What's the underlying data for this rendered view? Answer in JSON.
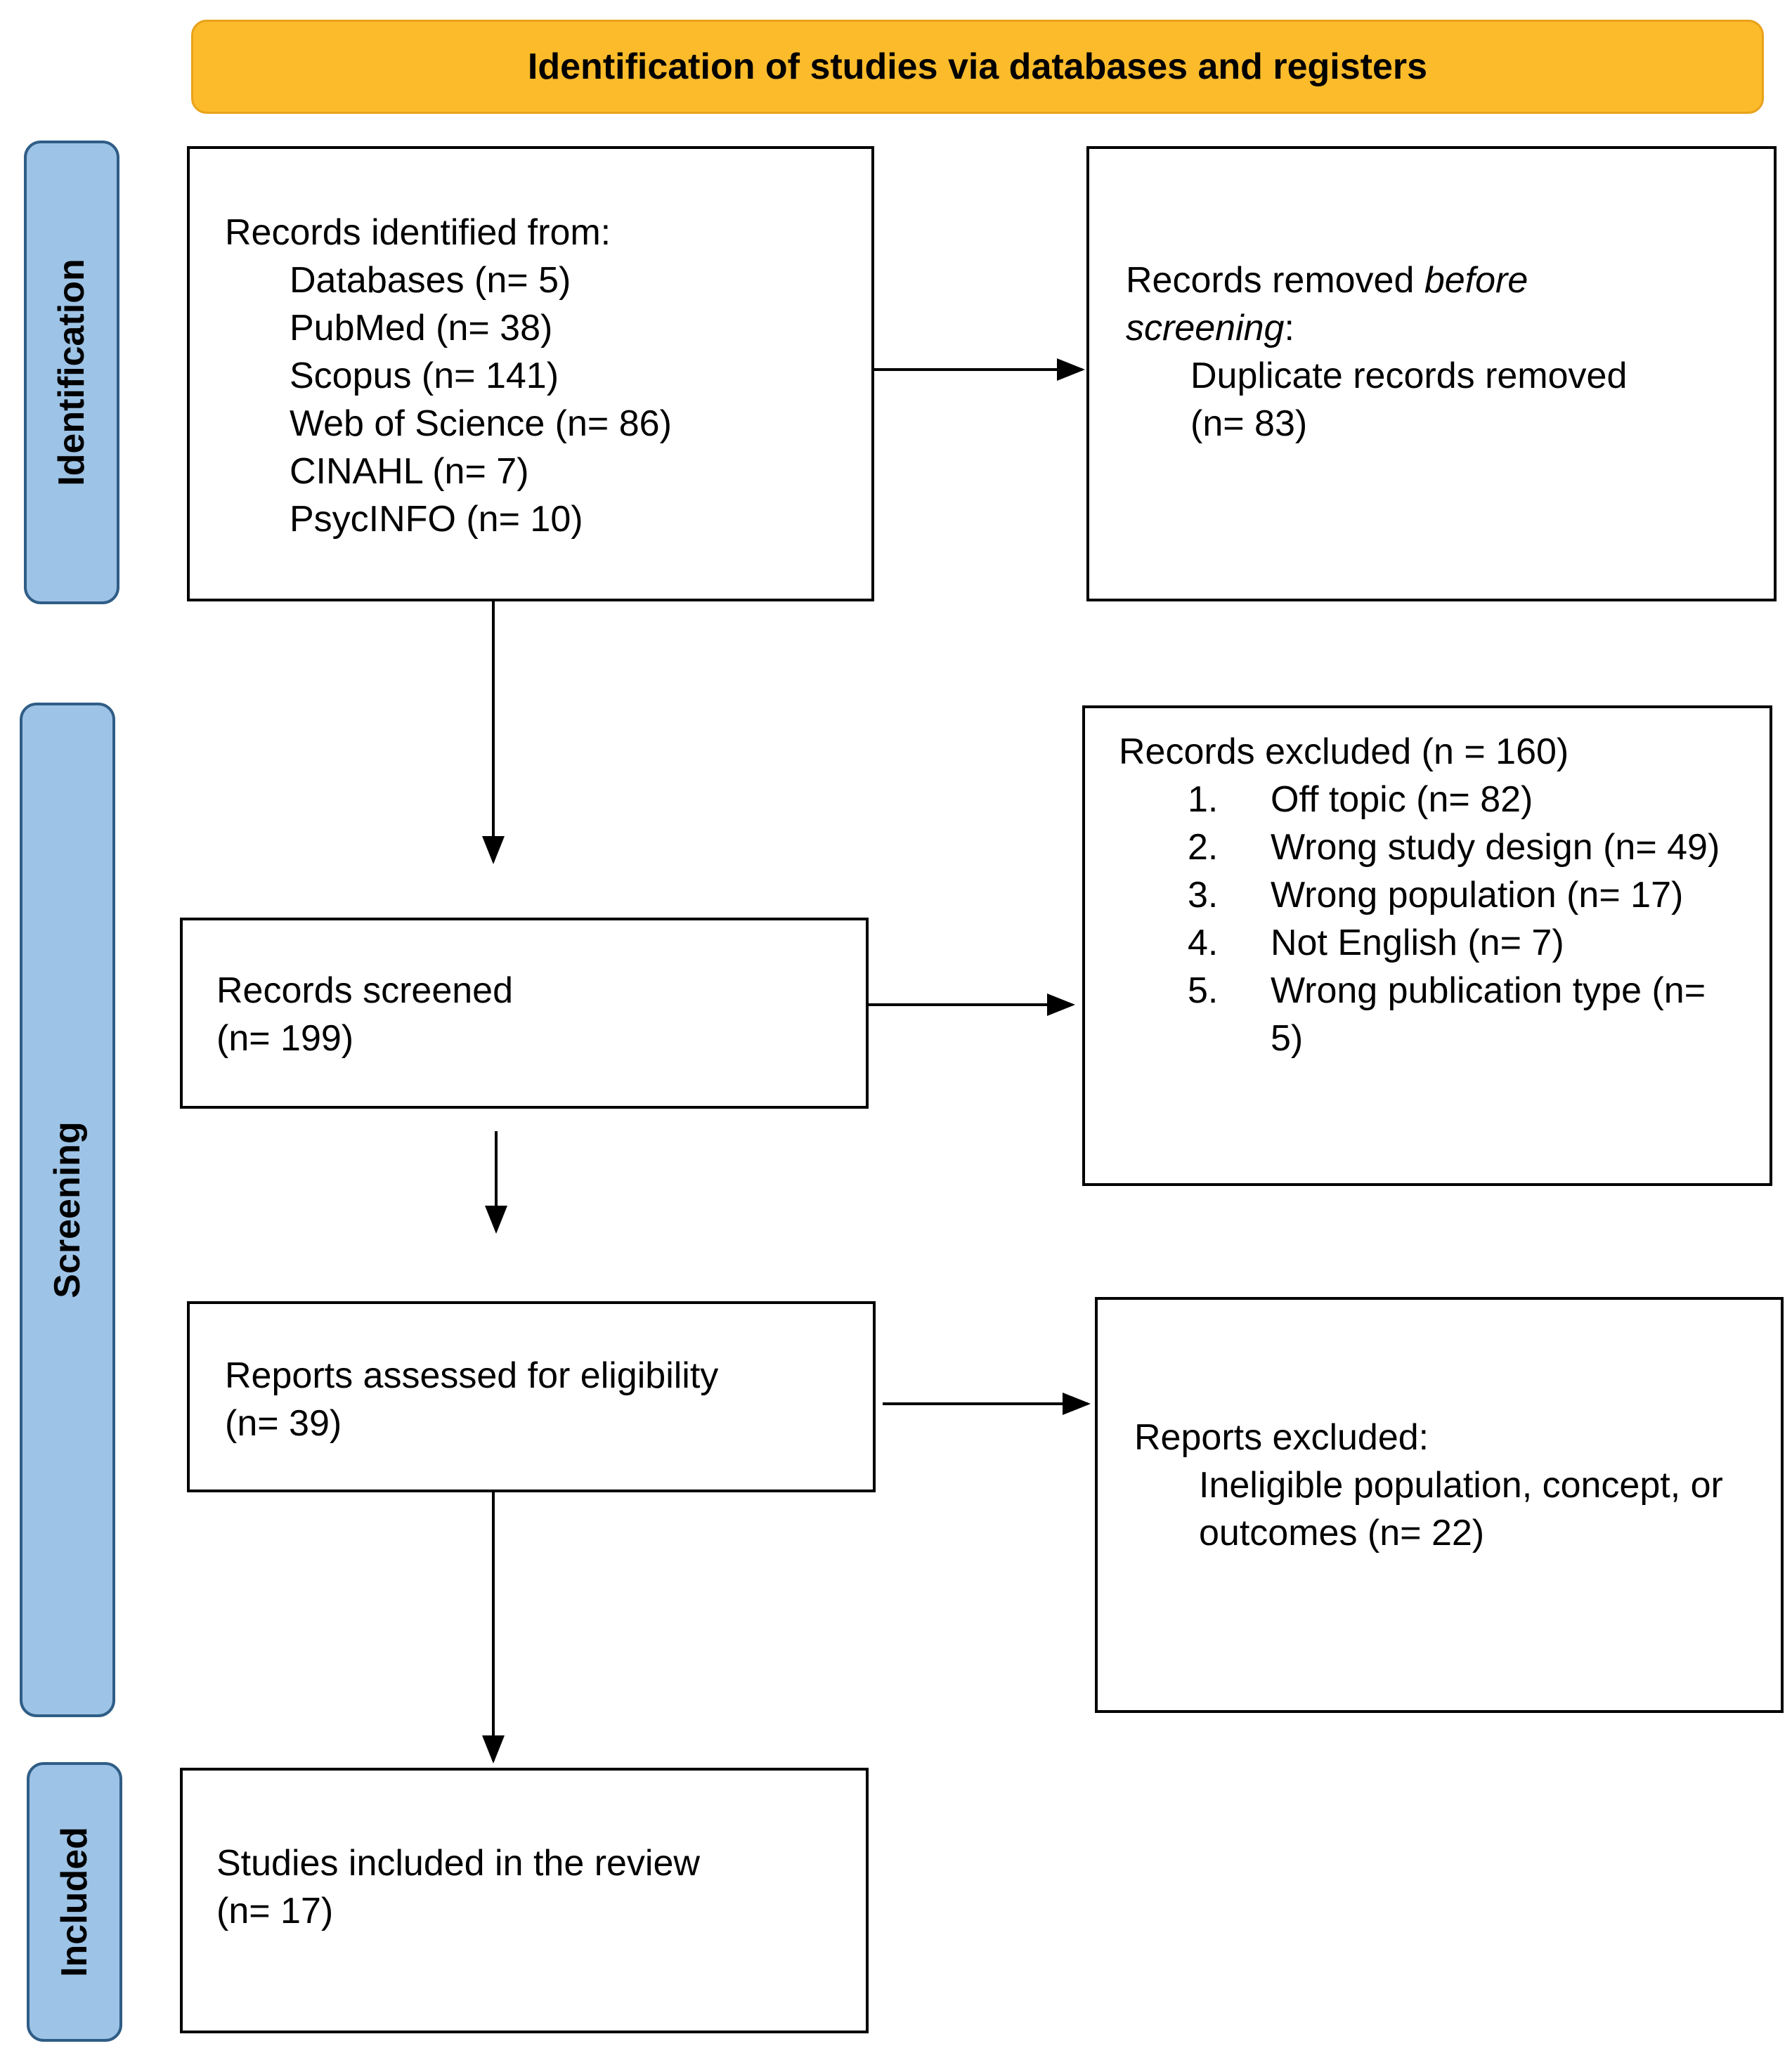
{
  "header": {
    "title": "Identification of studies via databases and registers"
  },
  "colors": {
    "banner_fill": "#fbbb2b",
    "side_fill": "#9dc3e6",
    "side_border": "#2f5d86",
    "box_border": "#000000"
  },
  "phases": {
    "identification": "Identification",
    "screening": "Screening",
    "included": "Included"
  },
  "records_identified": {
    "heading": "Records identified from:",
    "sources": [
      "Databases (n= 5)",
      "PubMed (n= 38)",
      "Scopus (n= 141)",
      "Web of Science (n= 86)",
      "CINAHL (n= 7)",
      "PsycINFO (n= 10)"
    ]
  },
  "records_removed": {
    "heading_prefix": "Records removed ",
    "heading_italic_1": "before",
    "heading_italic_2": "screening",
    "heading_suffix": ":",
    "detail": "Duplicate records removed",
    "count": "(n= 83)"
  },
  "records_screened": {
    "label": "Records screened",
    "count": "(n= 199)"
  },
  "records_excluded": {
    "heading": "Records excluded (n = 160)",
    "reasons": [
      {
        "num": "1.",
        "text": "Off topic (n= 82)"
      },
      {
        "num": "2.",
        "text": "Wrong study design (n= 49)"
      },
      {
        "num": "3.",
        "text": "Wrong population (n= 17)"
      },
      {
        "num": "4.",
        "text": "Not English (n= 7)"
      },
      {
        "num": "5.",
        "text": "Wrong publication type (n= 5)"
      }
    ]
  },
  "reports_assessed": {
    "label": "Reports assessed for eligibility",
    "count": "(n= 39)"
  },
  "reports_excluded": {
    "heading": "Reports excluded:",
    "detail": "Ineligible population, concept, or outcomes (n= 22)"
  },
  "studies_included": {
    "label": "Studies included in the review",
    "count": "(n= 17)"
  }
}
